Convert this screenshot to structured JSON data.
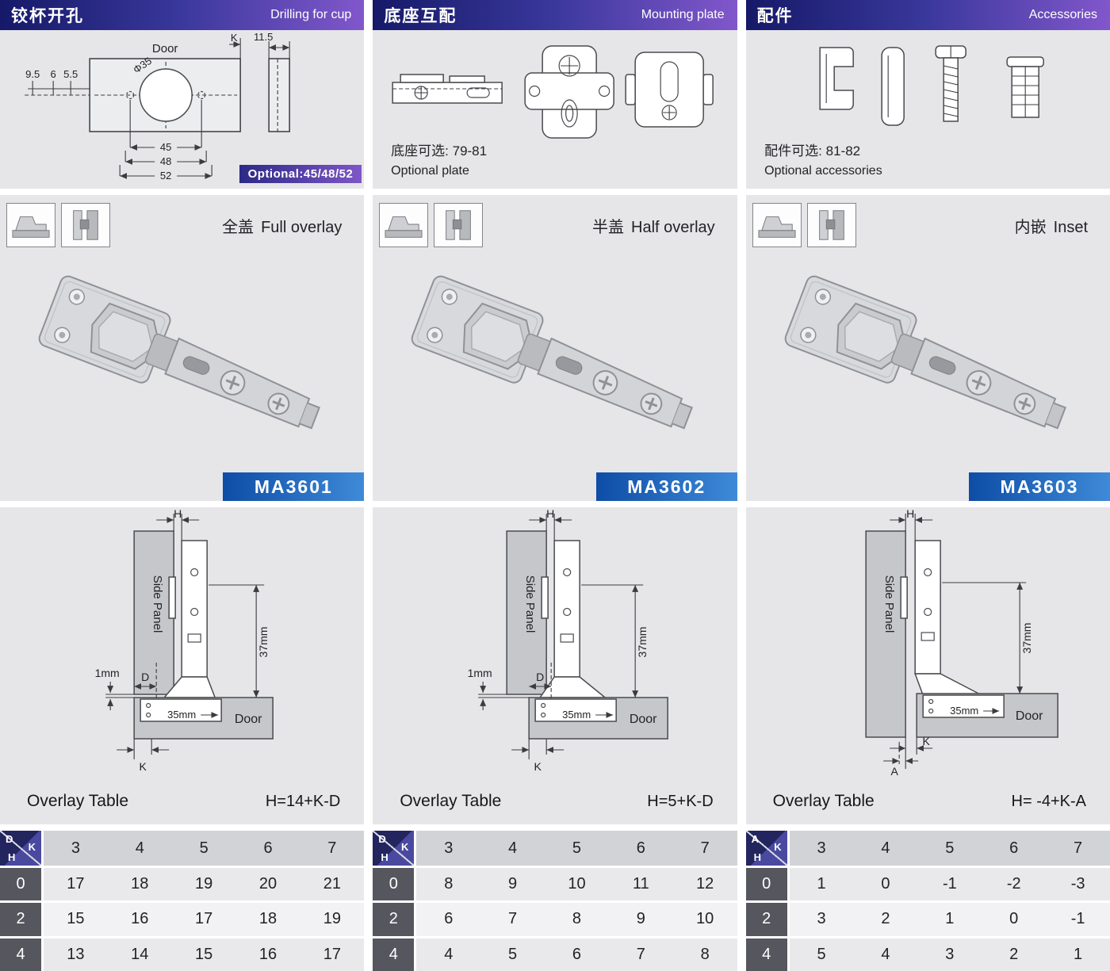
{
  "page": {
    "panel_bg": "#e6e6e9",
    "header_gradient": [
      "#161968",
      "#8157cb"
    ],
    "model_badge_gradient": [
      "#0e4da6",
      "#3e8ad8"
    ]
  },
  "columns": [
    {
      "header": {
        "zh": "铰杯开孔",
        "en": "Drilling for cup"
      },
      "drawing": {
        "door": "Door",
        "k": "K",
        "dim_115": "11.5",
        "dim_95": "9.5",
        "dim_6": "6",
        "dim_55": "5.5",
        "phi": "Φ35",
        "dim_45": "45",
        "dim_48": "48",
        "dim_52": "52",
        "optional_badge": "Optional:45/48/52"
      },
      "overlay_type": {
        "zh": "全盖",
        "en": "Full overlay"
      },
      "model": "MA3601",
      "section": {
        "h": "H",
        "side_panel": "Side Panel",
        "dim_37": "37mm",
        "dim_1": "1mm",
        "d": "D",
        "dim_35": "35mm",
        "door": "Door",
        "k": "K"
      },
      "table": {
        "title": "Overlay Table",
        "formula": "H=14+K-D",
        "corner": {
          "top": "D",
          "mid": "K",
          "bottom": "H"
        },
        "k_values": [
          "3",
          "4",
          "5",
          "6",
          "7"
        ],
        "rows": [
          {
            "label": "0",
            "values": [
              "17",
              "18",
              "19",
              "20",
              "21"
            ]
          },
          {
            "label": "2",
            "values": [
              "15",
              "16",
              "17",
              "18",
              "19"
            ]
          },
          {
            "label": "4",
            "values": [
              "13",
              "14",
              "15",
              "16",
              "17"
            ]
          }
        ]
      }
    },
    {
      "header": {
        "zh": "底座互配",
        "en": "Mounting plate"
      },
      "drawing": {
        "note_zh": "底座可选: 79-81",
        "note_en": "Optional plate"
      },
      "overlay_type": {
        "zh": "半盖",
        "en": "Half overlay"
      },
      "model": "MA3602",
      "section": {
        "h": "H",
        "side_panel": "Side Panel",
        "dim_37": "37mm",
        "dim_1": "1mm",
        "d": "D",
        "dim_35": "35mm",
        "door": "Door",
        "k": "K"
      },
      "table": {
        "title": "Overlay Table",
        "formula": "H=5+K-D",
        "corner": {
          "top": "D",
          "mid": "K",
          "bottom": "H"
        },
        "k_values": [
          "3",
          "4",
          "5",
          "6",
          "7"
        ],
        "rows": [
          {
            "label": "0",
            "values": [
              "8",
              "9",
              "10",
              "11",
              "12"
            ]
          },
          {
            "label": "2",
            "values": [
              "6",
              "7",
              "8",
              "9",
              "10"
            ]
          },
          {
            "label": "4",
            "values": [
              "4",
              "5",
              "6",
              "7",
              "8"
            ]
          }
        ]
      }
    },
    {
      "header": {
        "zh": "配件",
        "en": "Accessories"
      },
      "drawing": {
        "note_zh": "配件可选: 81-82",
        "note_en": "Optional accessories"
      },
      "overlay_type": {
        "zh": "内嵌",
        "en": "Inset"
      },
      "model": "MA3603",
      "section": {
        "h": "H",
        "side_panel": "Side Panel",
        "dim_37": "37mm",
        "dim_35": "35mm",
        "door": "Door",
        "a": "A",
        "k": "K"
      },
      "table": {
        "title": "Overlay Table",
        "formula": "H= -4+K-A",
        "corner": {
          "top": "A",
          "mid": "K",
          "bottom": "H"
        },
        "k_values": [
          "3",
          "4",
          "5",
          "6",
          "7"
        ],
        "rows": [
          {
            "label": "0",
            "values": [
              "1",
              "0",
              "-1",
              "-2",
              "-3"
            ]
          },
          {
            "label": "2",
            "values": [
              "3",
              "2",
              "1",
              "0",
              "-1"
            ]
          },
          {
            "label": "4",
            "values": [
              "5",
              "4",
              "3",
              "2",
              "1"
            ]
          }
        ]
      }
    }
  ]
}
